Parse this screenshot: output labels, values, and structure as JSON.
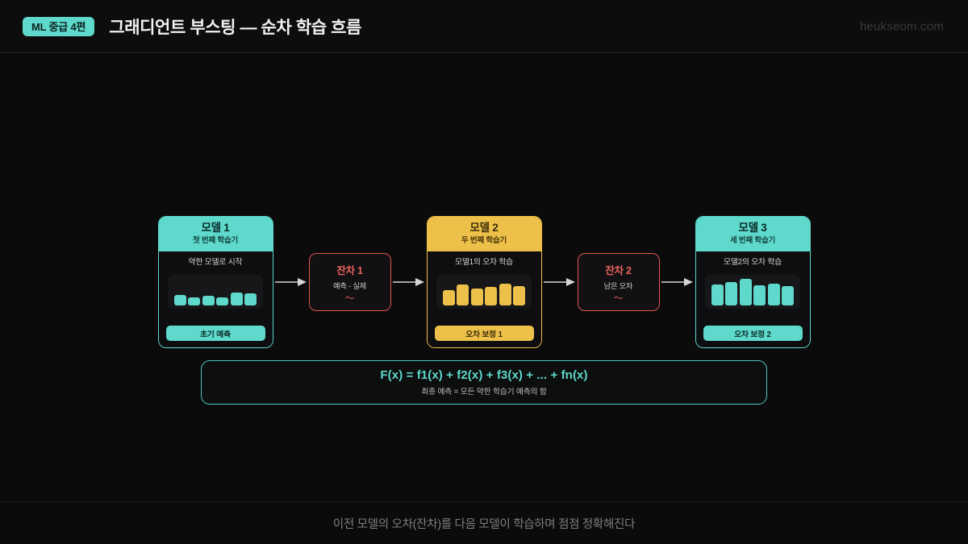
{
  "header": {
    "badge": "ML 중급 4편",
    "title": "그래디언트 부스팅 — 순차 학습 흐름",
    "watermark": "heukseom.com"
  },
  "colors": {
    "teal": "#5ed9cc",
    "amber": "#edc049",
    "red": "#e8635c",
    "background": "#0b0b0c",
    "header_bg": "#0d0d0e"
  },
  "flow": {
    "models": [
      {
        "title": "모델 1",
        "subtitle": "첫 번째 학습기",
        "description": "약한 모델로 시작",
        "footer": "초기 예측",
        "accent": "teal",
        "bars": [
          13,
          10,
          12,
          10,
          16,
          15
        ]
      },
      {
        "title": "모델 2",
        "subtitle": "두 번째 학습기",
        "description": "모델1의 오차 학습",
        "footer": "오차 보정 1",
        "accent": "amber",
        "bars": [
          19,
          26,
          21,
          23,
          27,
          24
        ]
      },
      {
        "title": "모델 3",
        "subtitle": "세 번째 학습기",
        "description": "모델2의 오차 학습",
        "footer": "오차 보정 2",
        "accent": "teal",
        "bars": [
          26,
          29,
          33,
          25,
          27,
          24
        ]
      }
    ],
    "residuals": [
      {
        "title": "잔차 1",
        "subtitle": "예측 - 실제",
        "symbol": "〜"
      },
      {
        "title": "잔차 2",
        "subtitle": "남은 오차",
        "symbol": "〜"
      }
    ],
    "arrow_icon": "arrow-right-icon"
  },
  "formula": {
    "expression": "F(x) = f1(x) + f2(x) + f3(x) + ... + fn(x)",
    "caption": "최종 예측 = 모든 약한 학습기 예측의 합"
  },
  "footer": {
    "caption": "이전 모델의 오차(잔차)를 다음 모델이 학습하며 점점 정확해진다"
  }
}
